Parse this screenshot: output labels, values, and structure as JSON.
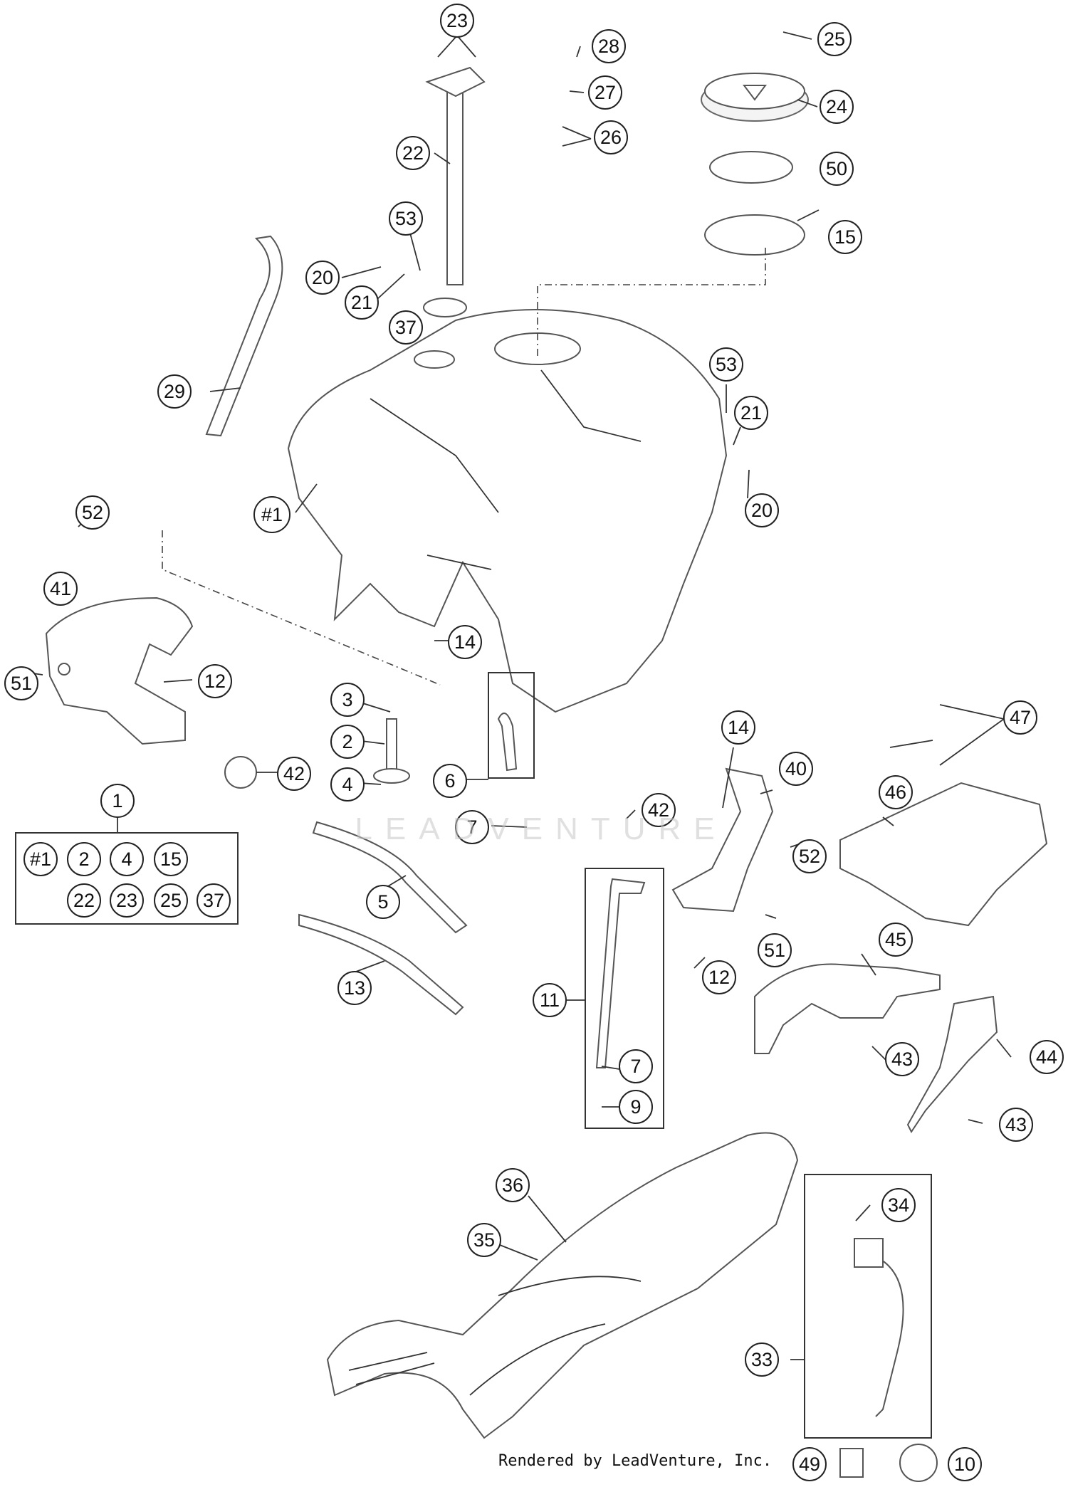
{
  "diagram": {
    "callouts": [
      {
        "id": "c23a",
        "label": "23"
      },
      {
        "id": "c28",
        "label": "28"
      },
      {
        "id": "c25",
        "label": "25"
      },
      {
        "id": "c27",
        "label": "27"
      },
      {
        "id": "c24",
        "label": "24"
      },
      {
        "id": "c26",
        "label": "26"
      },
      {
        "id": "c22a",
        "label": "22"
      },
      {
        "id": "c50",
        "label": "50"
      },
      {
        "id": "c53a",
        "label": "53"
      },
      {
        "id": "c15a",
        "label": "15"
      },
      {
        "id": "c20a",
        "label": "20"
      },
      {
        "id": "c21a",
        "label": "21"
      },
      {
        "id": "c37a",
        "label": "37"
      },
      {
        "id": "c29",
        "label": "29"
      },
      {
        "id": "c53b",
        "label": "53"
      },
      {
        "id": "c21b",
        "label": "21"
      },
      {
        "id": "c1tank",
        "label": "#1"
      },
      {
        "id": "c20b",
        "label": "20"
      },
      {
        "id": "c52a",
        "label": "52"
      },
      {
        "id": "c41",
        "label": "41"
      },
      {
        "id": "c14a",
        "label": "14"
      },
      {
        "id": "c12a",
        "label": "12"
      },
      {
        "id": "c51a",
        "label": "51"
      },
      {
        "id": "c3",
        "label": "3"
      },
      {
        "id": "c2a",
        "label": "2"
      },
      {
        "id": "c42a",
        "label": "42"
      },
      {
        "id": "c6",
        "label": "6"
      },
      {
        "id": "c4a",
        "label": "4"
      },
      {
        "id": "c14b",
        "label": "14"
      },
      {
        "id": "c47",
        "label": "47"
      },
      {
        "id": "c40",
        "label": "40"
      },
      {
        "id": "c1",
        "label": "1"
      },
      {
        "id": "c42b",
        "label": "42"
      },
      {
        "id": "c46",
        "label": "46"
      },
      {
        "id": "c7a",
        "label": "7"
      },
      {
        "id": "c52b",
        "label": "52"
      },
      {
        "id": "c5",
        "label": "5"
      },
      {
        "id": "c51b",
        "label": "51"
      },
      {
        "id": "c12b",
        "label": "12"
      },
      {
        "id": "c45",
        "label": "45"
      },
      {
        "id": "c13",
        "label": "13"
      },
      {
        "id": "c11",
        "label": "11"
      },
      {
        "id": "c43a",
        "label": "43"
      },
      {
        "id": "c44",
        "label": "44"
      },
      {
        "id": "c7b",
        "label": "7"
      },
      {
        "id": "c9",
        "label": "9"
      },
      {
        "id": "c43b",
        "label": "43"
      },
      {
        "id": "c36",
        "label": "36"
      },
      {
        "id": "c34",
        "label": "34"
      },
      {
        "id": "c35",
        "label": "35"
      },
      {
        "id": "c33",
        "label": "33"
      },
      {
        "id": "c49",
        "label": "49"
      },
      {
        "id": "c10",
        "label": "10"
      }
    ],
    "kit_box": [
      {
        "id": "k1",
        "label": "#1"
      },
      {
        "id": "k2",
        "label": "2"
      },
      {
        "id": "k4",
        "label": "4"
      },
      {
        "id": "k15",
        "label": "15"
      },
      {
        "id": "k22",
        "label": "22"
      },
      {
        "id": "k23",
        "label": "23"
      },
      {
        "id": "k25",
        "label": "25"
      },
      {
        "id": "k37",
        "label": "37"
      }
    ],
    "watermark": "LEADVENTURE",
    "footer": "Rendered by LeadVenture, Inc."
  }
}
